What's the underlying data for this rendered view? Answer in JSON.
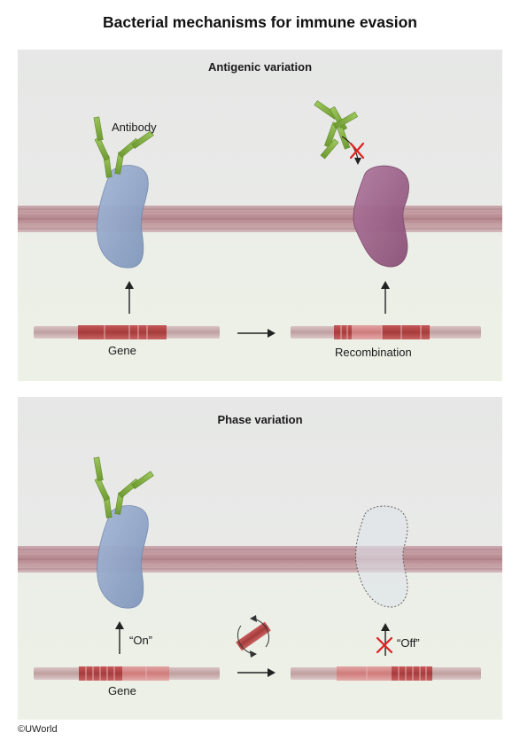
{
  "title": "Bacterial mechanisms for immune evasion",
  "panels": {
    "antigenic": {
      "heading": "Antigenic variation",
      "antibody_label": "Antibody",
      "gene_label": "Gene",
      "recombination_label": "Recombination"
    },
    "phase": {
      "heading": "Phase variation",
      "on_label": "“On”",
      "off_label": "“Off”",
      "gene_label": "Gene"
    }
  },
  "credit": "©UWorld",
  "colors": {
    "antigen_blue": "#8ea3c6",
    "antigen_purple": "#9a5f86",
    "antibody_green": "#8bb64a",
    "gene_red": "#b94a4a",
    "block_x": "#e02020"
  }
}
